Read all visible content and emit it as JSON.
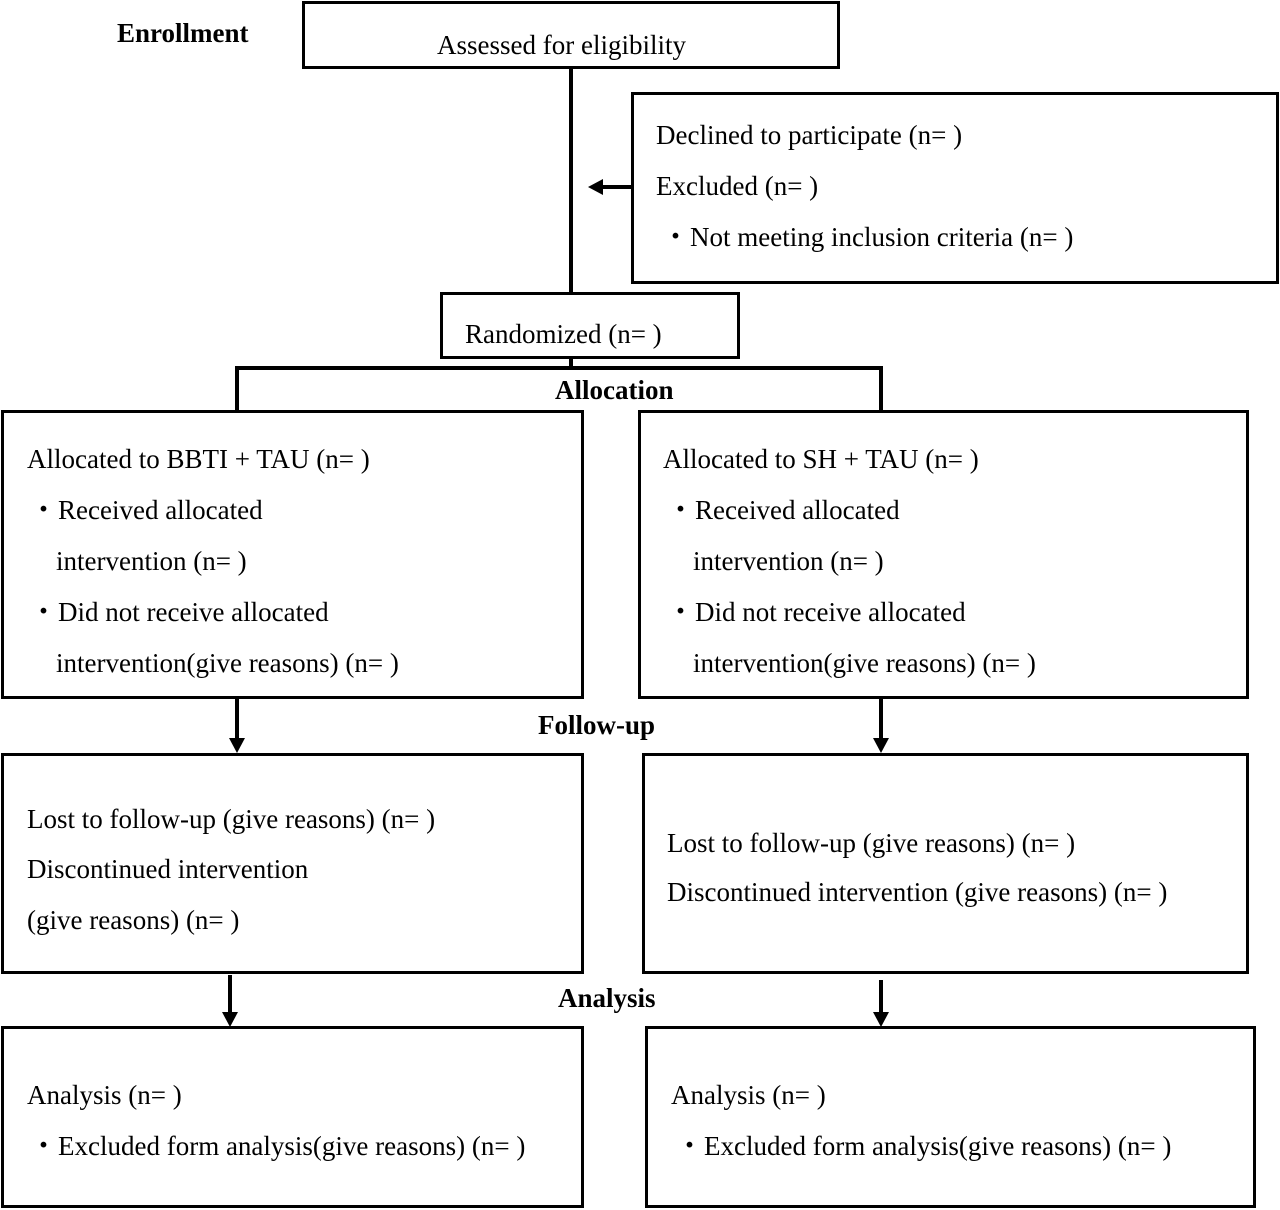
{
  "stages": {
    "enrollment": "Enrollment",
    "allocation": "Allocation",
    "follow_up": "Follow-up",
    "analysis": "Analysis"
  },
  "assessed": "Assessed for eligibility",
  "excluded_box": {
    "declined": "Declined to participate (n= )",
    "excluded": "Excluded (n= )",
    "not_meeting": "Not meeting inclusion criteria (n= )"
  },
  "randomized": "Randomized (n= )",
  "bullet": "・",
  "left": {
    "allocated": "Allocated to BBTI + TAU (n= )",
    "received_1": "Received allocated",
    "received_2": "intervention (n= )",
    "not_received_1": "Did not receive allocated",
    "not_received_2": "intervention(give reasons) (n= )",
    "lost": "Lost to follow-up (give reasons) (n= )",
    "discontinued_1": "Discontinued intervention",
    "discontinued_2": "(give reasons) (n= )",
    "analysis": "Analysis (n= )",
    "excluded_analysis": "Excluded form analysis(give reasons) (n= )"
  },
  "right": {
    "allocated": "Allocated to SH + TAU (n= )",
    "received_1": "Received allocated",
    "received_2": "intervention (n= )",
    "not_received_1": "Did not receive allocated",
    "not_received_2": "intervention(give reasons) (n= )",
    "lost": "Lost to follow-up (give reasons) (n= )",
    "discontinued": "Discontinued intervention (give reasons) (n= )",
    "analysis": "Analysis (n= )",
    "excluded_analysis": "Excluded form analysis(give reasons) (n= )"
  }
}
